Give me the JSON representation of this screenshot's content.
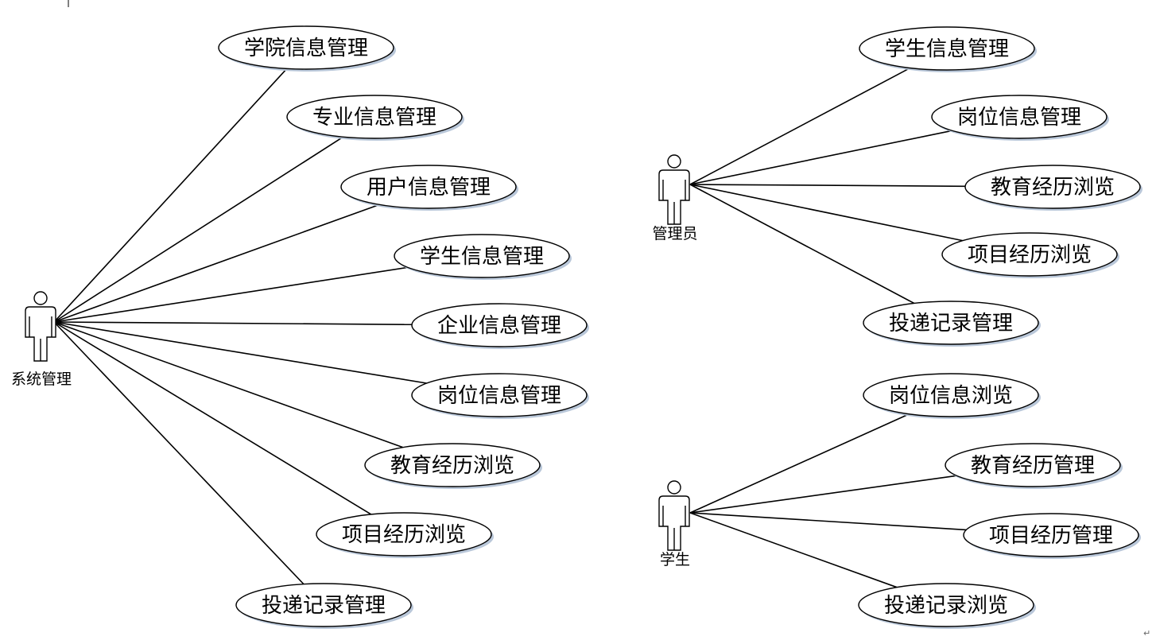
{
  "diagram": {
    "actors": [
      {
        "id": "system-admin",
        "name": "系统管理",
        "use_cases": [
          "学院信息管理",
          "专业信息管理",
          "用户信息管理",
          "学生信息管理",
          "企业信息管理",
          "岗位信息管理",
          "教育经历浏览",
          "项目经历浏览",
          "投递记录管理"
        ]
      },
      {
        "id": "admin",
        "name": "管理员",
        "use_cases": [
          "学生信息管理",
          "岗位信息管理",
          "教育经历浏览",
          "项目经历浏览",
          "投递记录管理"
        ]
      },
      {
        "id": "student",
        "name": "学生",
        "use_cases": [
          "岗位信息浏览",
          "教育经历管理",
          "项目经历管理",
          "投递记录浏览"
        ]
      }
    ],
    "colors": {
      "line": "#000000",
      "ellipse_fill": "#ffffff",
      "ellipse_shadow": "#b9c7d9"
    }
  }
}
